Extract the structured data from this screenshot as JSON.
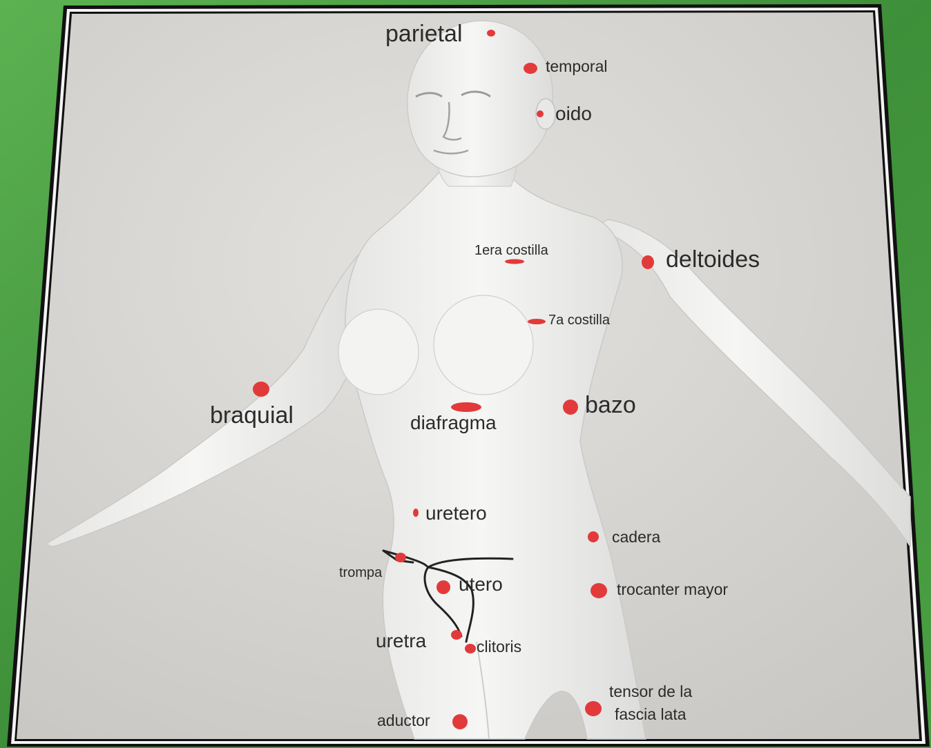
{
  "title": "",
  "colors": {
    "frame_green": "#4ea346",
    "marker_red": "#e23a3a",
    "photo_bg": "#d9d7d4",
    "body_fill": "#efefee",
    "label_text": "#2b2b2b"
  },
  "labels": {
    "parietal": "parietal",
    "temporal": "temporal",
    "oido": "oido",
    "primera_costilla": "1era costilla",
    "deltoides": "deltoides",
    "septima_costilla": "7a costilla",
    "braquial": "braquial",
    "diafragma": "diafragma",
    "bazo": "bazo",
    "uretero": "uretero",
    "cadera": "cadera",
    "trompa": "trompa",
    "utero": "utero",
    "trocanter_mayor": "trocanter mayor",
    "uretra": "uretra",
    "clitoris": "clitoris",
    "tensor_line1": "tensor de la",
    "tensor_line2": "fascia lata",
    "aductor": "aductor"
  }
}
